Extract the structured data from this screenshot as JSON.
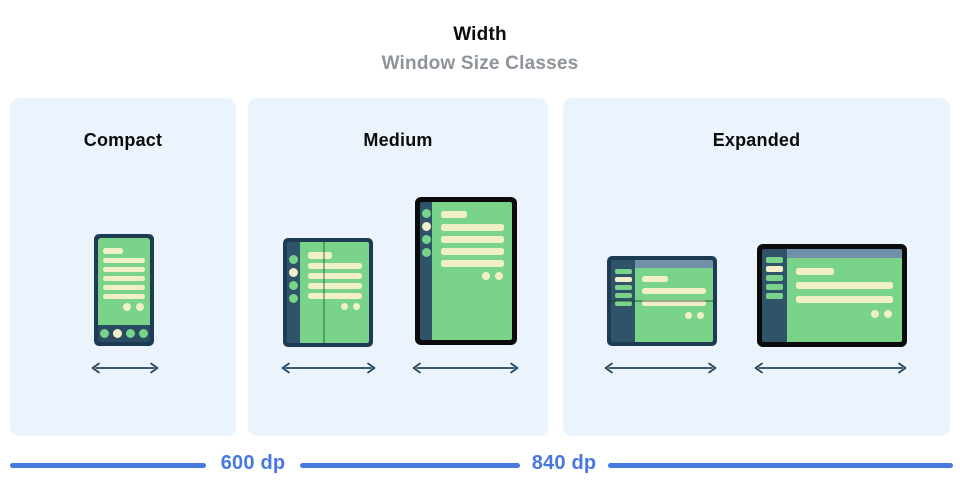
{
  "header": {
    "title": "Width",
    "subtitle": "Window Size Classes"
  },
  "panels": [
    {
      "label": "Compact",
      "devices": [
        "phone-portrait"
      ]
    },
    {
      "label": "Medium",
      "devices": [
        "foldable-open-portrait",
        "tablet-portrait"
      ]
    },
    {
      "label": "Expanded",
      "devices": [
        "foldable-open-landscape",
        "tablet-landscape"
      ]
    }
  ],
  "ruler": {
    "labels": [
      "600 dp",
      "840 dp"
    ]
  },
  "icons": {
    "arrow": "horizontal-double-arrow-icon"
  },
  "colors": {
    "title-black": "#0c0c0c",
    "subtitle-gray": "#8e9499",
    "panel-bg": "#ebf3fc",
    "frame-navy": "#1d3b52",
    "frame-black": "#0b0b0b",
    "sidebar-navy": "#2f5469",
    "phone-bar-navy": "#2a4c63",
    "screen-green": "#79d389",
    "bar-cream": "#f1efc7",
    "header-slate": "#7191ab",
    "arrow-navy": "#24455e",
    "ruler-blue": "#4878de"
  }
}
